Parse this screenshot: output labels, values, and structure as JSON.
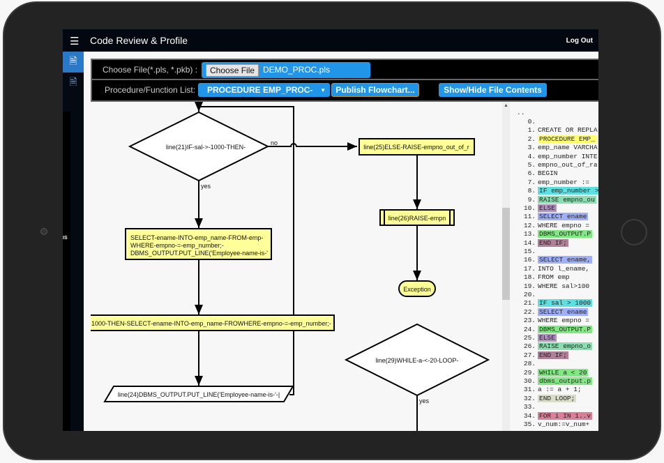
{
  "header": {
    "title": "Code Review & Profile",
    "logout": "Log Out",
    "menu_icon": "hamburger-icon"
  },
  "sidebar": {
    "items": [
      {
        "icon": "document-icon",
        "active": true
      },
      {
        "icon": "document-icon",
        "active": false
      }
    ],
    "strip_text": "IS"
  },
  "form": {
    "file_label": "Choose File(*.pls, *.pkb) :",
    "choose_button": "Choose File",
    "file_name": "DEMO_PROC.pls",
    "list_label": "Procedure/Function List:",
    "selected_procedure": "PROCEDURE EMP_PROC-",
    "publish_button": "Publish Flowchart...",
    "toggle_button": "Show/Hide File Contents"
  },
  "flowchart": {
    "decision1": "line(21)IF-sal->-1000-THEN-",
    "no": "no",
    "yes1": "yes",
    "box1": [
      "SELECT-ename-INTO-emp_name-FROM-emp-",
      "WHERE-empno-=-emp_number;-",
      "DBMS_OUTPUT.PUT_LINE('Employee-name-is-'"
    ],
    "box2": "1000-THEN-SELECT-ename-INTO-emp_name-FROWHERE-empno-=-emp_number;-",
    "io1": "line(24)DBMS_OUTPUT.PUT_LINE('Employee-name-is-'-|",
    "box3": "line(25)ELSE-RAISE-empno_out_of_r",
    "process1": "line(26)RAISE-empn",
    "terminator": "Exception",
    "decision2": "line(29)WHILE-a-<-20-LOOP-",
    "yes2": "yes"
  },
  "code": {
    "header": "..",
    "lines": [
      {
        "n": "0.",
        "t": "",
        "c": ""
      },
      {
        "n": "1.",
        "t": "CREATE OR REPLA",
        "c": ""
      },
      {
        "n": "2.",
        "t": "PROCEDURE EMP_",
        "c": "#ffff70"
      },
      {
        "n": "3.",
        "t": "emp_name VARCHA",
        "c": ""
      },
      {
        "n": "4.",
        "t": "emp_number INTE",
        "c": ""
      },
      {
        "n": "5.",
        "t": "empno_out_of_ra",
        "c": ""
      },
      {
        "n": "6.",
        "t": "BEGIN",
        "c": ""
      },
      {
        "n": "7.",
        "t": "emp_number :=",
        "c": ""
      },
      {
        "n": "8.",
        "t": "IF emp_number >",
        "c": "#5ee0e0"
      },
      {
        "n": "9.",
        "t": "RAISE empno_ou",
        "c": "#88e0b0"
      },
      {
        "n": "10.",
        "t": "ELSE",
        "c": "#b090c0"
      },
      {
        "n": "11.",
        "t": "SELECT ename",
        "c": "#a0b0f8"
      },
      {
        "n": "12.",
        "t": "WHERE empno =",
        "c": ""
      },
      {
        "n": "13.",
        "t": "DBMS_OUTPUT.P",
        "c": "#80e880"
      },
      {
        "n": "14.",
        "t": "END IF;",
        "c": "#b08098"
      },
      {
        "n": "15.",
        "t": "",
        "c": ""
      },
      {
        "n": "16.",
        "t": "SELECT ename,",
        "c": "#a0b0f8"
      },
      {
        "n": "17.",
        "t": "INTO l_ename,",
        "c": ""
      },
      {
        "n": "18.",
        "t": "FROM emp",
        "c": ""
      },
      {
        "n": "19.",
        "t": "WHERE sal>100",
        "c": ""
      },
      {
        "n": "20.",
        "t": "",
        "c": ""
      },
      {
        "n": "21.",
        "t": "IF sal > 1000",
        "c": "#5ee0e0"
      },
      {
        "n": "22.",
        "t": "SELECT ename",
        "c": "#a0b0f8"
      },
      {
        "n": "23.",
        "t": "WHERE empno =",
        "c": ""
      },
      {
        "n": "24.",
        "t": "DBMS_OUTPUT.P",
        "c": "#80e880"
      },
      {
        "n": "25.",
        "t": "ELSE",
        "c": "#b090c0"
      },
      {
        "n": "26.",
        "t": "RAISE empno_o",
        "c": "#88e0b0"
      },
      {
        "n": "27.",
        "t": "END IF;",
        "c": "#b08098"
      },
      {
        "n": "28.",
        "t": "",
        "c": ""
      },
      {
        "n": "29.",
        "t": "WHILE a < 20",
        "c": "#80e880"
      },
      {
        "n": "30.",
        "t": "dbms_output.p",
        "c": "#80e880"
      },
      {
        "n": "31.",
        "t": "a := a + 1;",
        "c": ""
      },
      {
        "n": "32.",
        "t": "END LOOP;",
        "c": "#d8dcc8"
      },
      {
        "n": "33.",
        "t": "",
        "c": ""
      },
      {
        "n": "34.",
        "t": "FOR i IN 1..v",
        "c": "#d88098"
      },
      {
        "n": "35.",
        "t": "v_num:=v_num+",
        "c": ""
      }
    ]
  },
  "colors": {
    "accent": "#2196e8",
    "node_fill": "#ffff99",
    "topbar": "#030810"
  }
}
